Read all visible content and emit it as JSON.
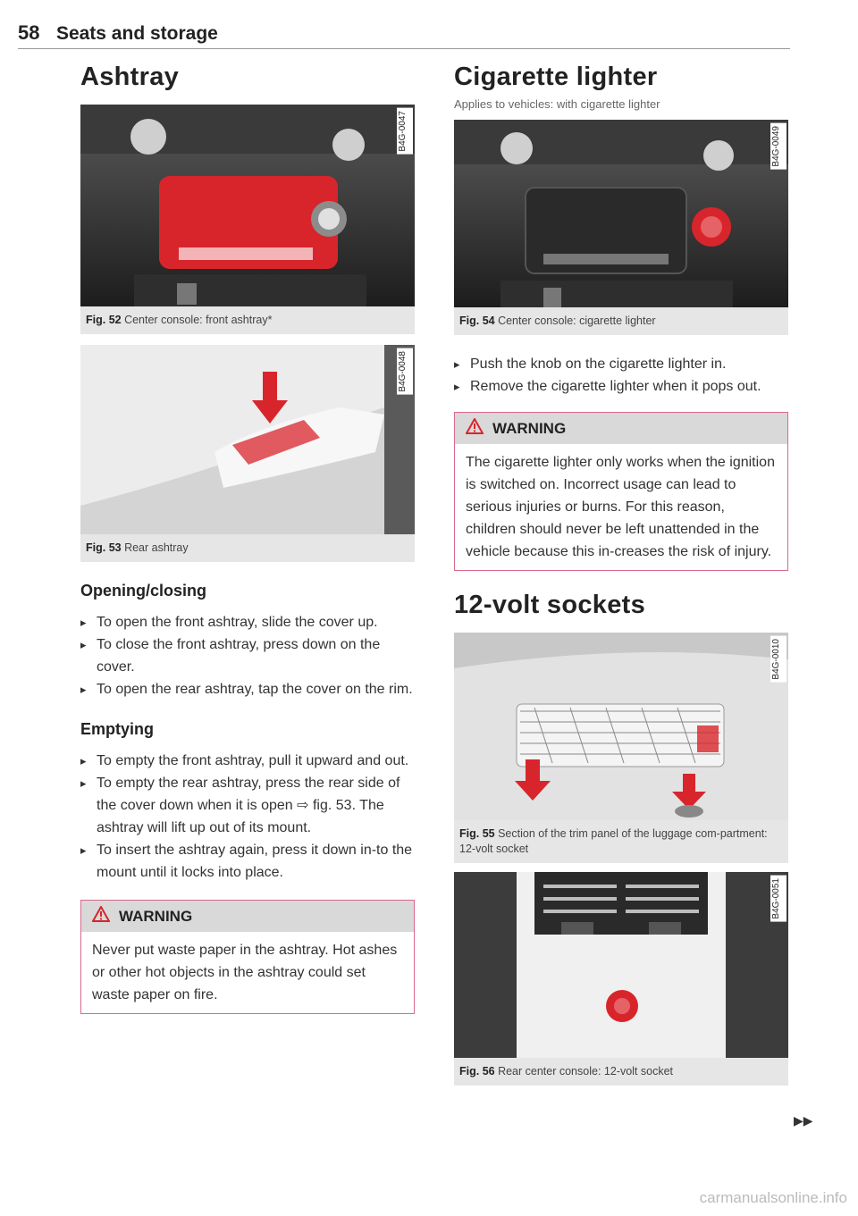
{
  "header": {
    "page_number": "58",
    "section": "Seats and storage"
  },
  "ashtray": {
    "title": "Ashtray",
    "fig52": {
      "label": "Fig. 52",
      "caption": "Center console: front ashtray*",
      "code": "B4G-0047"
    },
    "fig53": {
      "label": "Fig. 53",
      "caption": "Rear ashtray",
      "code": "B4G-0048"
    },
    "opening_heading": "Opening/closing",
    "opening_steps": [
      "To open the front ashtray, slide the cover up.",
      "To close the front ashtray, press down on the cover.",
      "To open the rear ashtray, tap the cover on the rim."
    ],
    "emptying_heading": "Emptying",
    "emptying_steps": [
      "To empty the front ashtray, pull it upward and out.",
      "To empty the rear ashtray, press the rear side of the cover down when it is open ⇨ fig. 53. The ashtray will lift up out of its mount.",
      "To insert the ashtray again, press it down in-to the mount until it locks into place."
    ],
    "warning_title": "WARNING",
    "warning_text": "Never put waste paper in the ashtray. Hot ashes or other hot objects in the ashtray could set waste paper on fire."
  },
  "lighter": {
    "title": "Cigarette lighter",
    "applies": "Applies to vehicles: with cigarette lighter",
    "fig54": {
      "label": "Fig. 54",
      "caption": "Center console: cigarette lighter",
      "code": "B4G-0049"
    },
    "steps": [
      "Push the knob on the cigarette lighter in.",
      "Remove the cigarette lighter when it pops out."
    ],
    "warning_title": "WARNING",
    "warning_text": "The cigarette lighter only works when the ignition is switched on. Incorrect usage can lead to serious injuries or burns. For this reason, children should never be left unattended in the vehicle because this in-creases the risk of injury."
  },
  "sockets": {
    "title": "12-volt sockets",
    "fig55": {
      "label": "Fig. 55",
      "caption": "Section of the trim panel of the luggage com-partment: 12-volt socket",
      "code": "B4G-0010"
    },
    "fig56": {
      "label": "Fig. 56",
      "caption": "Rear center console: 12-volt socket",
      "code": "B4G-0051"
    }
  },
  "watermark": "carmanualsonline.info",
  "colors": {
    "highlight_red": "#d8252c",
    "warning_border": "#d86a8a",
    "caption_bg": "#e6e6e6"
  }
}
